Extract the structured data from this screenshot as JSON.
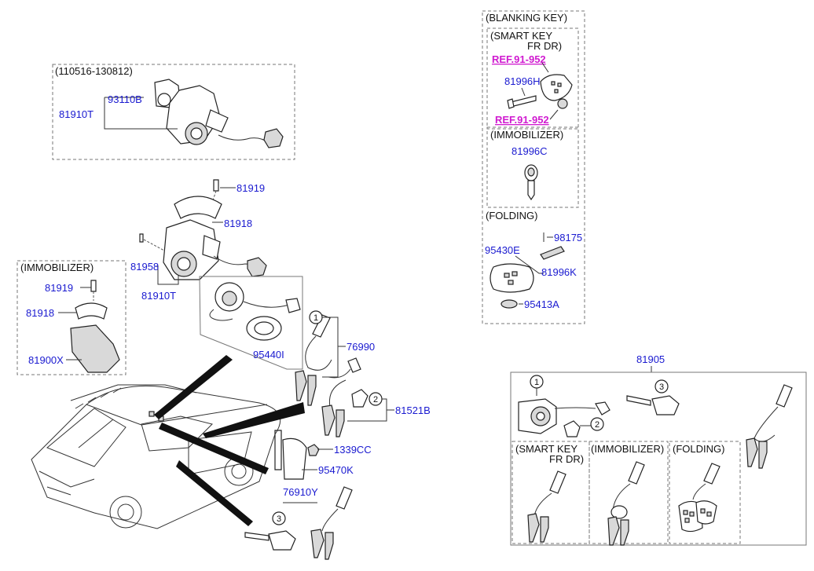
{
  "callouts": {
    "c1": "81910T",
    "c2": "93110B",
    "c3": "81919",
    "c4": "81918",
    "c5": "81958",
    "c6": "81910T",
    "c7": "81919",
    "c8": "81918",
    "c9": "81900X",
    "c10": "95440I",
    "c11": "76990",
    "c12": "81521B",
    "c13": "1339CC",
    "c14": "95470K",
    "c15": "76910Y",
    "c16": "81996H",
    "c17": "81996C",
    "c18": "98175",
    "c19": "95430E",
    "c20": "81996K",
    "c21": "95413A",
    "c22": "81905"
  },
  "refs": {
    "r1": "REF.91-952",
    "r2": "REF.91-952"
  },
  "groups": {
    "date_range": "(110516-130812)",
    "immobilizer_left": "(IMMOBILIZER)",
    "blanking_key": "(BLANKING KEY)",
    "smart_key": "(SMART KEY",
    "smart_key_2": "FR DR)",
    "immobilizer_right": "(IMMOBILIZER)",
    "folding": "(FOLDING)",
    "sub_smart_key": "(SMART KEY",
    "sub_smart_key_2": "FR DR)",
    "sub_immobilizer": "(IMMOBILIZER)",
    "sub_folding": "(FOLDING)"
  },
  "index_numbers": {
    "n1": "1",
    "n2": "2",
    "n3": "3",
    "n4": "1",
    "n5": "2",
    "n6": "3"
  },
  "icons": [
    "ignition-lock-cylinder",
    "key-fob",
    "smart-key",
    "folding-key",
    "vehicle-suv",
    "door-lock",
    "trunk-lock"
  ]
}
